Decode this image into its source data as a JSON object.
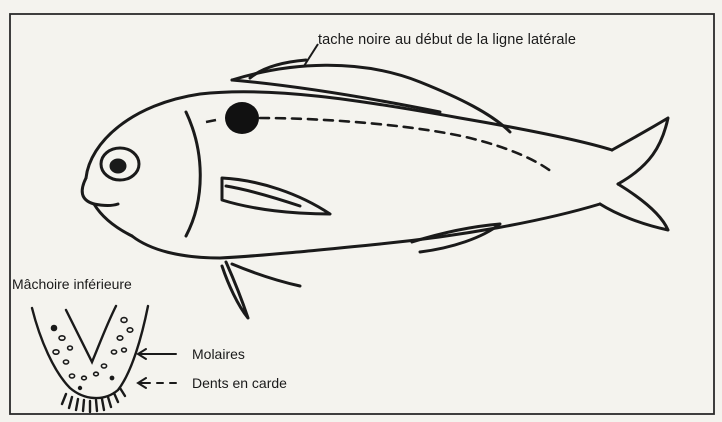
{
  "labels": {
    "lateral_line_spot": "tache noire au début de la ligne latérale",
    "lower_jaw": "Mâchoire inférieure",
    "molars": "Molaires",
    "card_teeth": "Dents en carde"
  },
  "colors": {
    "paper": "#f4f3ee",
    "ink": "#1a1a1a"
  }
}
